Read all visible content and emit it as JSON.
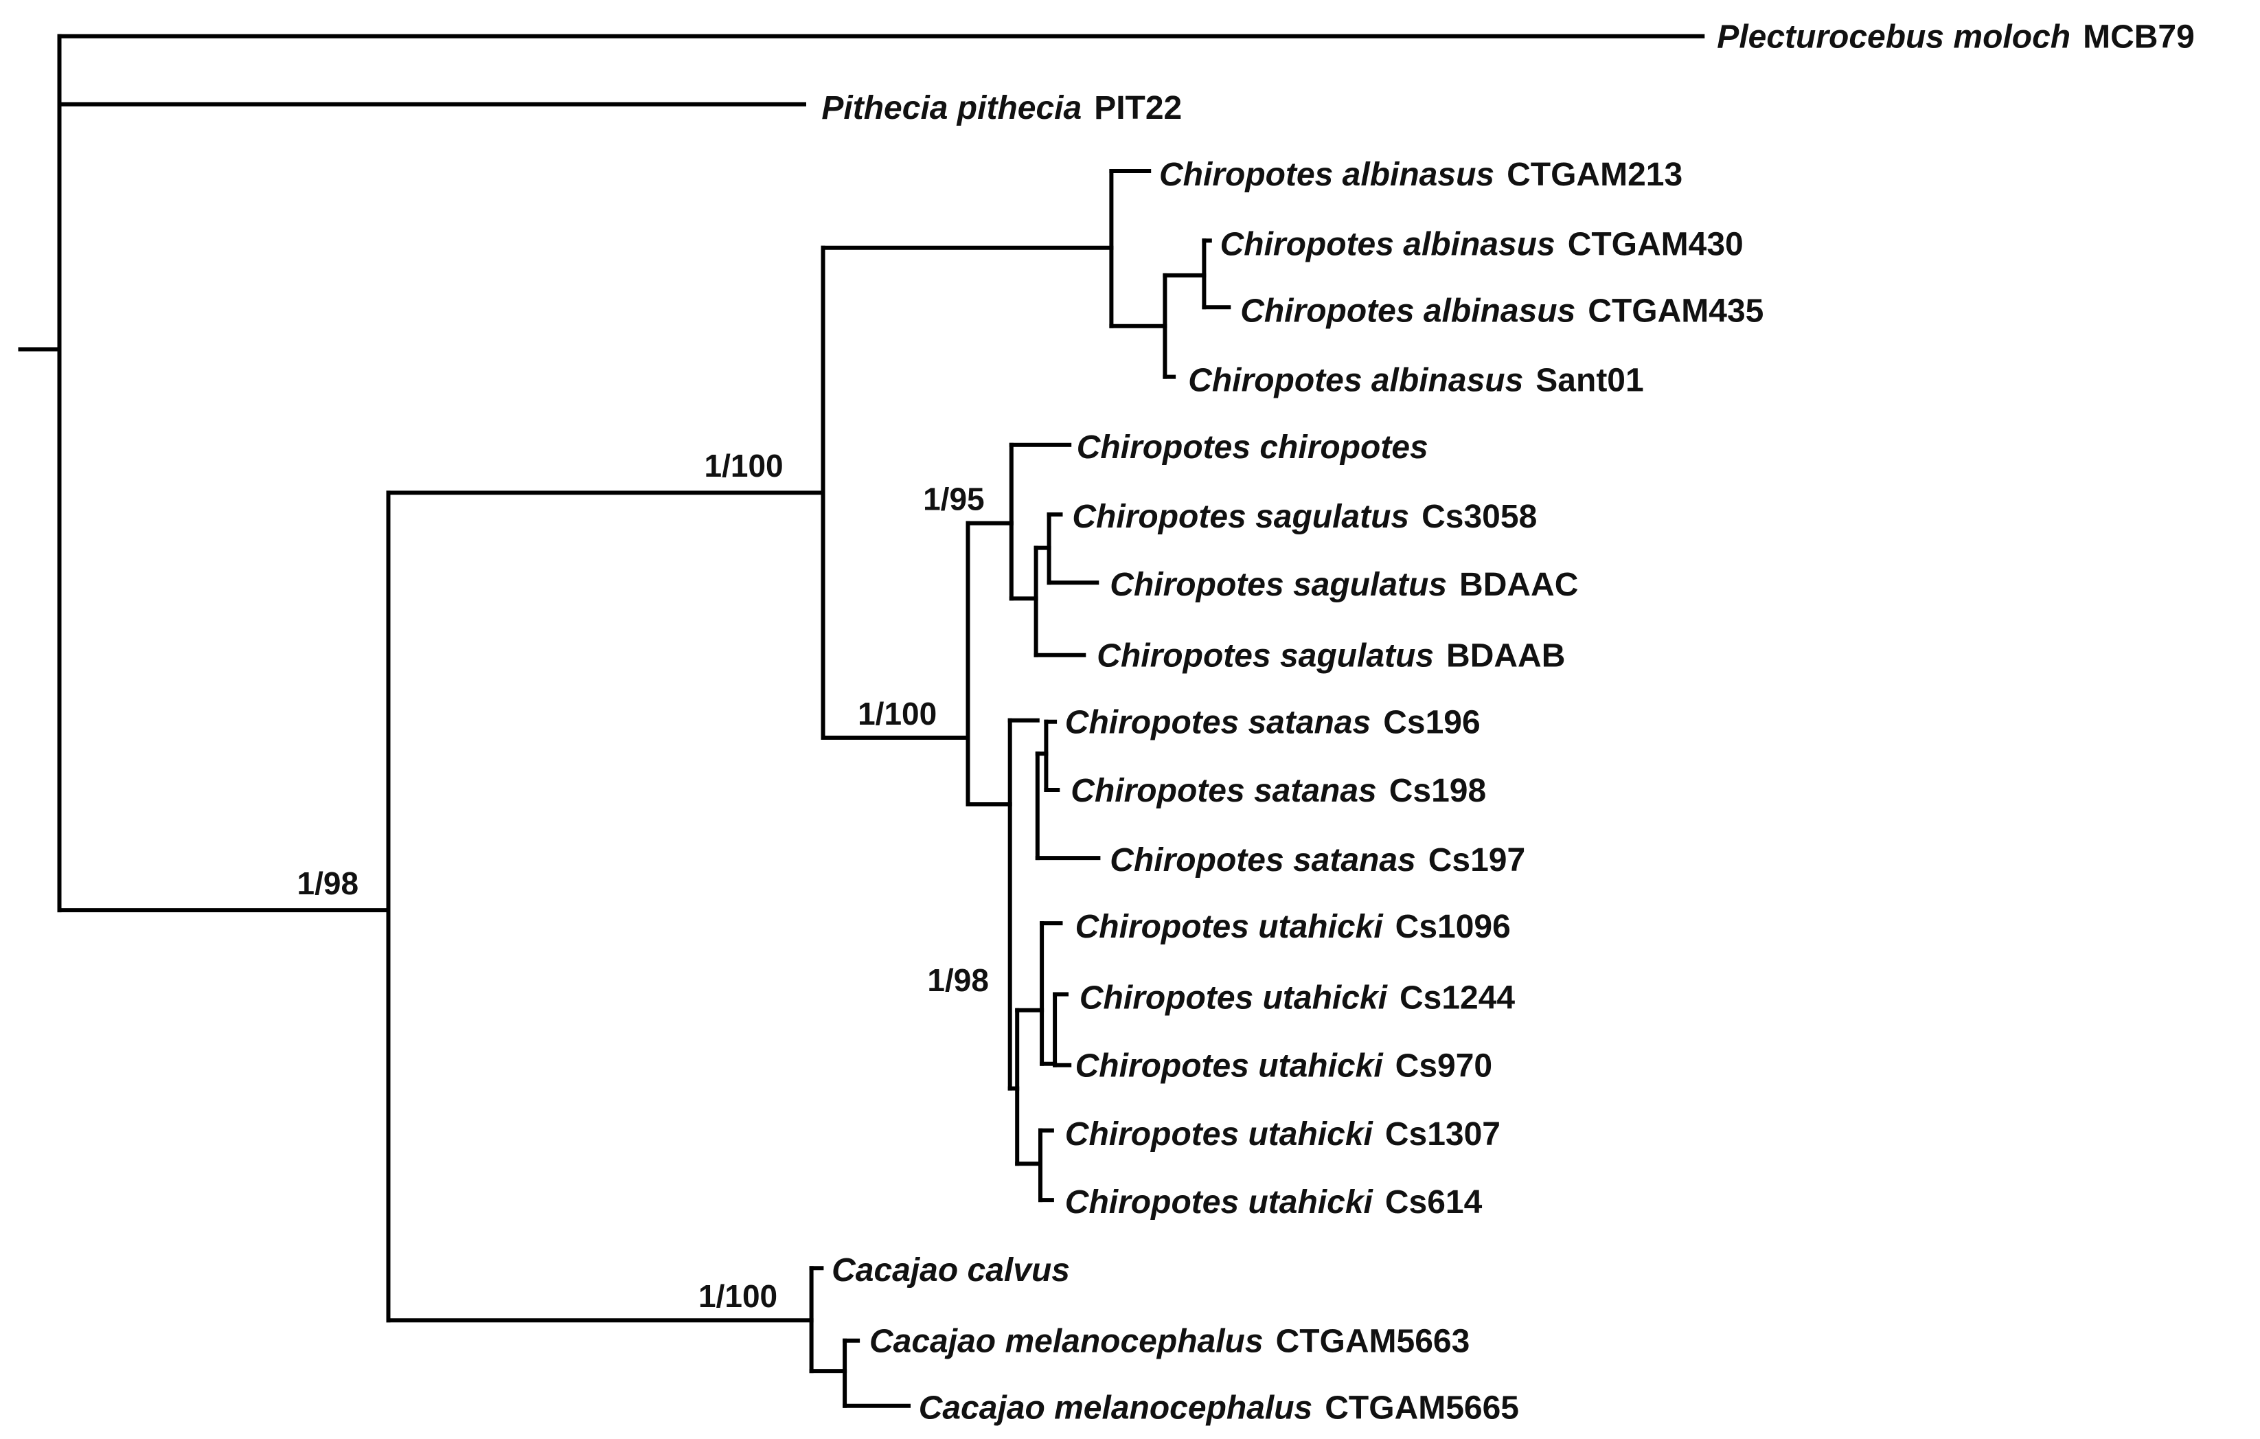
{
  "tree": {
    "tips": [
      {
        "id": "t01",
        "species": "Plecturocebus moloch",
        "voucher": "MCB79"
      },
      {
        "id": "t02",
        "species": "Pithecia pithecia",
        "voucher": "PIT22"
      },
      {
        "id": "t03",
        "species": "Chiropotes albinasus",
        "voucher": "CTGAM213"
      },
      {
        "id": "t04",
        "species": "Chiropotes albinasus",
        "voucher": "CTGAM430"
      },
      {
        "id": "t05",
        "species": "Chiropotes albinasus",
        "voucher": "CTGAM435"
      },
      {
        "id": "t06",
        "species": "Chiropotes albinasus",
        "voucher": "Sant01"
      },
      {
        "id": "t07",
        "species": "Chiropotes chiropotes",
        "voucher": ""
      },
      {
        "id": "t08",
        "species": "Chiropotes sagulatus",
        "voucher": "Cs3058"
      },
      {
        "id": "t09",
        "species": "Chiropotes sagulatus",
        "voucher": "BDAAC"
      },
      {
        "id": "t10",
        "species": "Chiropotes sagulatus",
        "voucher": "BDAAB"
      },
      {
        "id": "t11",
        "species": "Chiropotes satanas",
        "voucher": "Cs196"
      },
      {
        "id": "t12",
        "species": "Chiropotes satanas",
        "voucher": "Cs198"
      },
      {
        "id": "t13",
        "species": "Chiropotes satanas",
        "voucher": "Cs197"
      },
      {
        "id": "t14",
        "species": "Chiropotes utahicki",
        "voucher": "Cs1096"
      },
      {
        "id": "t15",
        "species": "Chiropotes utahicki",
        "voucher": "Cs1244"
      },
      {
        "id": "t16",
        "species": "Chiropotes utahicki",
        "voucher": "Cs970"
      },
      {
        "id": "t17",
        "species": "Chiropotes utahicki",
        "voucher": "Cs1307"
      },
      {
        "id": "t18",
        "species": "Chiropotes utahicki",
        "voucher": "Cs614"
      },
      {
        "id": "t19",
        "species": "Cacajao calvus",
        "voucher": ""
      },
      {
        "id": "t20",
        "species": "Cacajao melanocephalus",
        "voucher": "CTGAM5663"
      },
      {
        "id": "t21",
        "species": "Cacajao melanocephalus",
        "voucher": "CTGAM5665"
      }
    ],
    "support_values": [
      {
        "id": "s_ingroup",
        "clade": "Chiropotes + Cacajao",
        "value": "1/98"
      },
      {
        "id": "s_chiropotes",
        "clade": "Chiropotes",
        "value": "1/100"
      },
      {
        "id": "s_nonalbinasus",
        "clade": "Chiropotes excluding C. albinasus",
        "value": "1/100"
      },
      {
        "id": "s_sagulatus",
        "clade": "C. chiropotes + C. sagulatus",
        "value": "1/95"
      },
      {
        "id": "s_satanas_utahicki",
        "clade": "C. satanas + C. utahicki",
        "value": "1/98"
      },
      {
        "id": "s_cacajao",
        "clade": "Cacajao",
        "value": "1/100"
      }
    ]
  }
}
